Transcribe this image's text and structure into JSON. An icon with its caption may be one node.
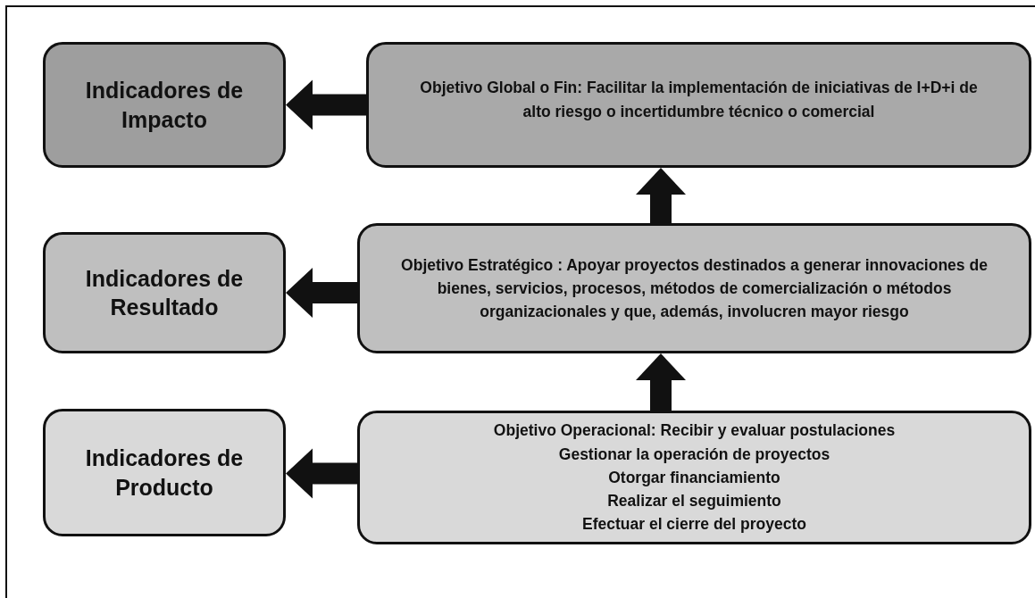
{
  "diagram": {
    "nodes": [
      {
        "text": [
          "Indicadores de Impacto"
        ]
      },
      {
        "text": [
          "Objetivo Global o Fin: Facilitar la implementación de iniciativas de I+D+i de alto riesgo o incertidumbre técnico o comercial"
        ]
      },
      {
        "text": [
          "Indicadores de Resultado"
        ]
      },
      {
        "text": [
          "Objetivo Estratégico : Apoyar proyectos destinados a generar innovaciones de bienes, servicios, procesos, métodos de comercialización o métodos organizacionales y que, además, involucren mayor riesgo"
        ]
      },
      {
        "text": [
          "Indicadores de Producto"
        ]
      },
      {
        "text": [
          "Objetivo Operacional: Recibir y evaluar postulaciones",
          "Gestionar la operación de proyectos",
          "Otorgar financiamiento",
          "Realizar el seguimiento",
          "Efectuar el cierre del proyecto"
        ]
      }
    ],
    "edges": [
      {
        "from": 1,
        "to": 0,
        "arrow": "to"
      },
      {
        "from": 3,
        "to": 1,
        "arrow": "to"
      },
      {
        "from": 3,
        "to": 2,
        "arrow": "to"
      },
      {
        "from": 5,
        "to": 3,
        "arrow": "to"
      },
      {
        "from": 5,
        "to": 4,
        "arrow": "to"
      }
    ]
  }
}
